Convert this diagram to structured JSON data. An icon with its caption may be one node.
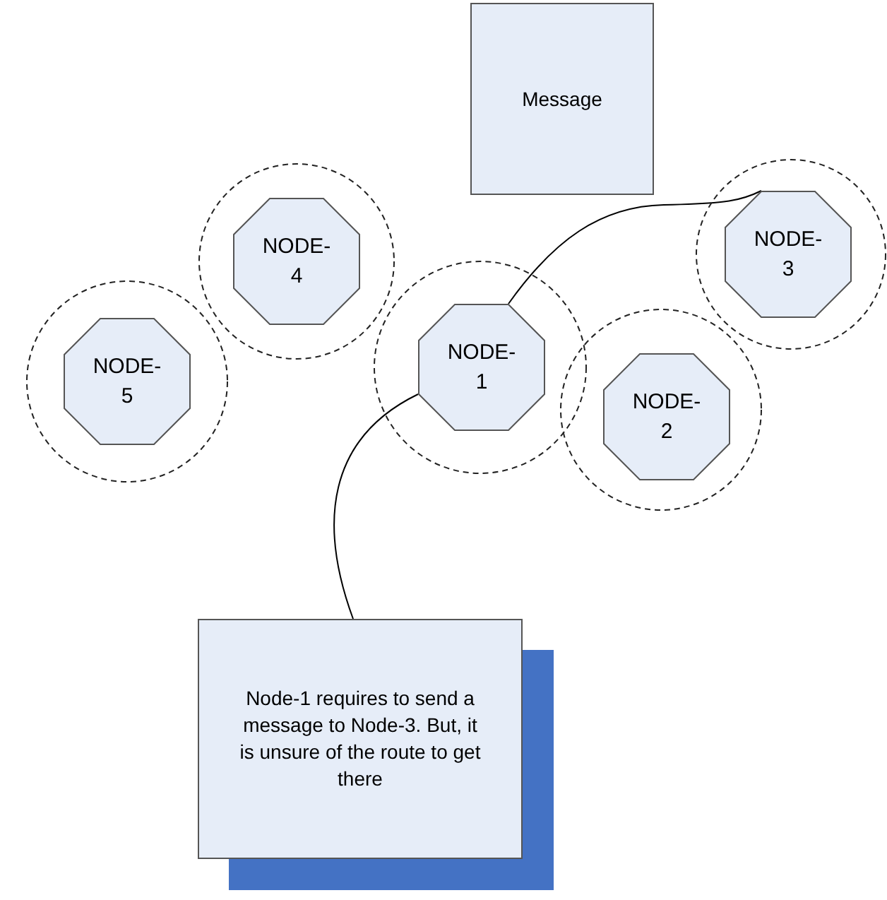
{
  "diagram": {
    "nodes": [
      {
        "text": [
          "Message"
        ]
      },
      {
        "text": [],
        "shape": "circle"
      },
      {
        "text": [
          "NODE-4"
        ],
        "in": 1
      },
      {
        "text": [],
        "shape": "circle"
      },
      {
        "text": [
          "NODE-3"
        ],
        "in": 3
      },
      {
        "text": [],
        "shape": "circle"
      },
      {
        "text": [
          "NODE-5"
        ],
        "in": 5
      },
      {
        "text": [],
        "shape": "circle"
      },
      {
        "text": [
          "NODE-1"
        ],
        "in": 7
      },
      {
        "text": [],
        "shape": "circle"
      },
      {
        "text": [
          "NODE-2"
        ],
        "in": 9
      },
      {
        "text": [
          "Node-1 requires to send a message to Node-3. But, it is unsure of the route to get there"
        ]
      }
    ],
    "edges": [
      {
        "from": 8,
        "to": 4,
        "arrow": "none"
      },
      {
        "from": 11,
        "to": 8,
        "arrow": "none"
      }
    ]
  }
}
